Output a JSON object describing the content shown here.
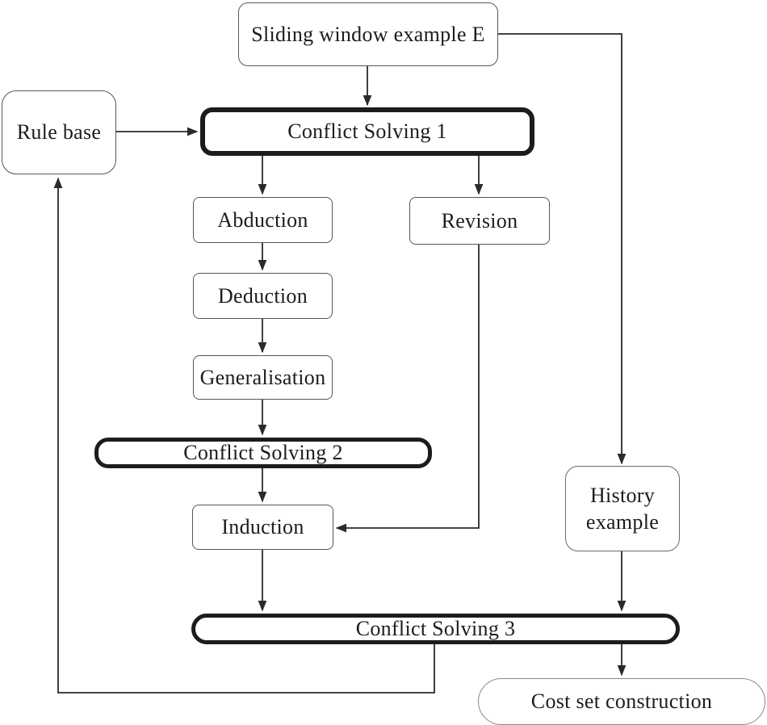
{
  "figure": {
    "background_color": "#ffffff",
    "line_color": "#2a2a2a",
    "text_color": "#1c1c1c"
  },
  "nodes": {
    "sliding_window": {
      "label": "Sliding window example E",
      "style": "thin-rounded"
    },
    "rule_base": {
      "label": "Rule base",
      "style": "thin-rounded"
    },
    "conflict_solving_1": {
      "label": "Conflict Solving 1",
      "style": "thick-rounded"
    },
    "abduction": {
      "label": "Abduction",
      "style": "thin-rounded"
    },
    "revision": {
      "label": "Revision",
      "style": "thin-rounded"
    },
    "deduction": {
      "label": "Deduction",
      "style": "thin-rounded"
    },
    "generalisation": {
      "label": "Generalisation",
      "style": "thin-rounded"
    },
    "conflict_solving_2": {
      "label": "Conflict Solving 2",
      "style": "thick-rounded"
    },
    "induction": {
      "label": "Induction",
      "style": "thin-rounded"
    },
    "history_example": {
      "label_line1": "History",
      "label_line2": "example",
      "style": "thin-rounded"
    },
    "conflict_solving_3": {
      "label": "Conflict Solving 3",
      "style": "thick-pill"
    },
    "cost_set_construction": {
      "label": "Cost set construction",
      "style": "thin-pill"
    }
  },
  "edges": [
    {
      "from": "sliding_window",
      "to": "conflict_solving_1",
      "arrow": true
    },
    {
      "from": "sliding_window",
      "to": "history_example",
      "arrow": true
    },
    {
      "from": "rule_base",
      "to": "conflict_solving_1",
      "arrow": true
    },
    {
      "from": "conflict_solving_1",
      "to": "abduction",
      "arrow": true
    },
    {
      "from": "conflict_solving_1",
      "to": "revision",
      "arrow": true
    },
    {
      "from": "abduction",
      "to": "deduction",
      "arrow": true
    },
    {
      "from": "deduction",
      "to": "generalisation",
      "arrow": true
    },
    {
      "from": "generalisation",
      "to": "conflict_solving_2",
      "arrow": true
    },
    {
      "from": "conflict_solving_2",
      "to": "induction",
      "arrow": true
    },
    {
      "from": "revision",
      "to": "induction",
      "arrow": true
    },
    {
      "from": "induction",
      "to": "conflict_solving_3",
      "arrow": true
    },
    {
      "from": "history_example",
      "to": "conflict_solving_3",
      "arrow": true
    },
    {
      "from": "conflict_solving_3",
      "to": "cost_set_construction",
      "arrow": true
    },
    {
      "from": "conflict_solving_3",
      "to": "rule_base",
      "arrow": true
    }
  ]
}
